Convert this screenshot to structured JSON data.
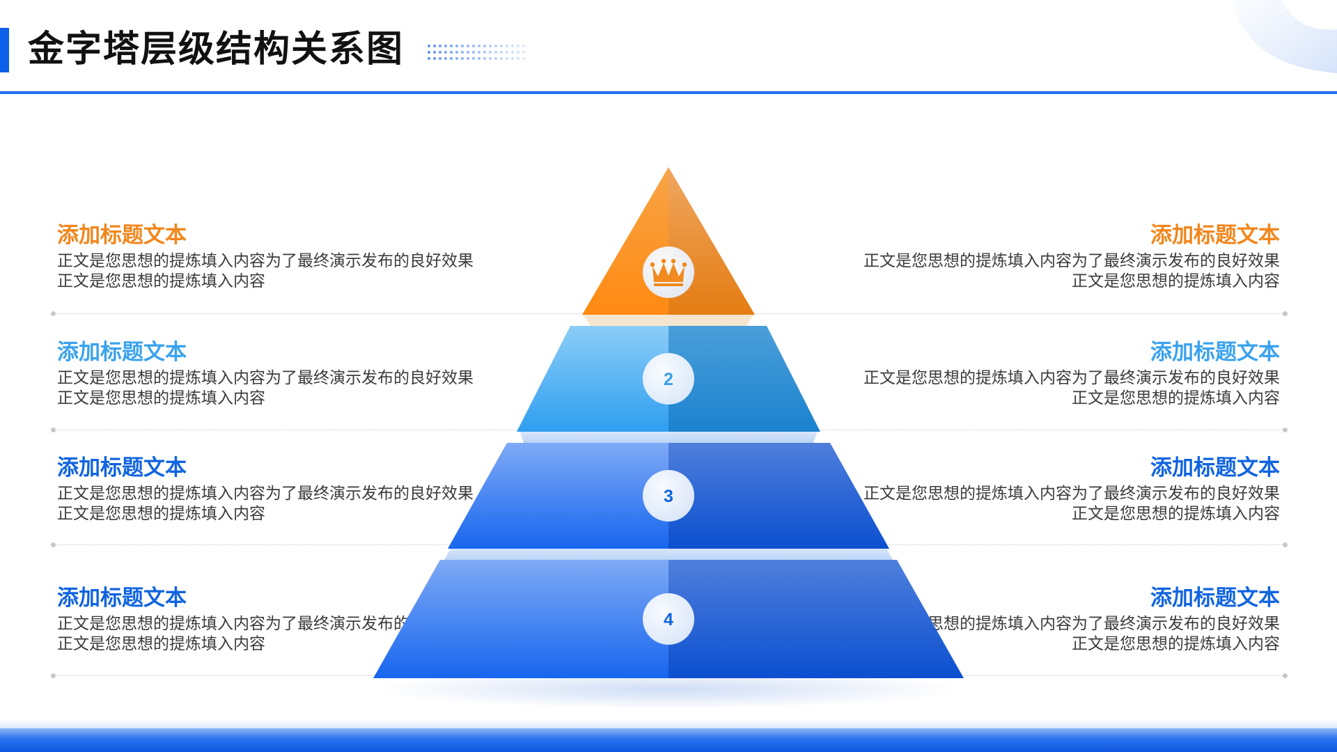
{
  "header": {
    "title": "金字塔层级结构关系图"
  },
  "colors": {
    "accent": "#0d5fe8",
    "tier1": "#f28a1c",
    "tier2": "#3aa2ee",
    "tier3": "#1064e0",
    "tier4": "#1064e0"
  },
  "pyramid": {
    "levels": [
      {
        "marker": "crown-icon"
      },
      {
        "marker": "2"
      },
      {
        "marker": "3"
      },
      {
        "marker": "4"
      }
    ]
  },
  "rows": [
    {
      "left": {
        "title": "添加标题文本",
        "body": "正文是您思想的提炼填入内容为了最终演示发布的良好效果正文是您思想的提炼填入内容"
      },
      "right": {
        "title": "添加标题文本",
        "body": "正文是您思想的提炼填入内容为了最终演示发布的良好效果正文是您思想的提炼填入内容"
      }
    },
    {
      "left": {
        "title": "添加标题文本",
        "body": "正文是您思想的提炼填入内容为了最终演示发布的良好效果正文是您思想的提炼填入内容"
      },
      "right": {
        "title": "添加标题文本",
        "body": "正文是您思想的提炼填入内容为了最终演示发布的良好效果正文是您思想的提炼填入内容"
      }
    },
    {
      "left": {
        "title": "添加标题文本",
        "body": "正文是您思想的提炼填入内容为了最终演示发布的良好效果正文是您思想的提炼填入内容"
      },
      "right": {
        "title": "添加标题文本",
        "body": "正文是您思想的提炼填入内容为了最终演示发布的良好效果正文是您思想的提炼填入内容"
      }
    },
    {
      "left": {
        "title": "添加标题文本",
        "body": "正文是您思想的提炼填入内容为了最终演示发布的良好效果正文是您思想的提炼填入内容"
      },
      "right": {
        "title": "添加标题文本",
        "body": "正文是您思想的提炼填入内容为了最终演示发布的良好效果正文是您思想的提炼填入内容"
      }
    }
  ]
}
